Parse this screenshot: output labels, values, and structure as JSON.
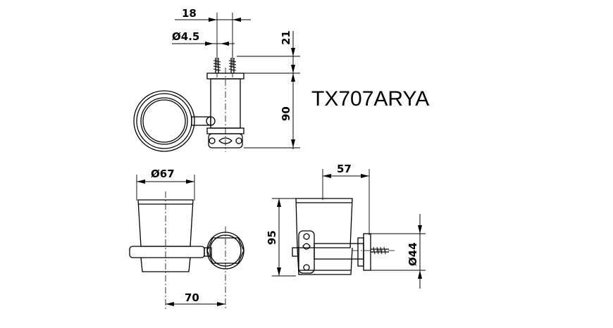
{
  "title": "TX707ARYA",
  "dimensions": {
    "screw_spacing": "18",
    "screw_diameter": "Ø4.5",
    "screw_length": "21",
    "bracket_height": "90",
    "cup_diameter": "Ø67",
    "cup_depth": "57",
    "total_height": "95",
    "flange_diameter": "Ø44",
    "center_distance": "70"
  }
}
